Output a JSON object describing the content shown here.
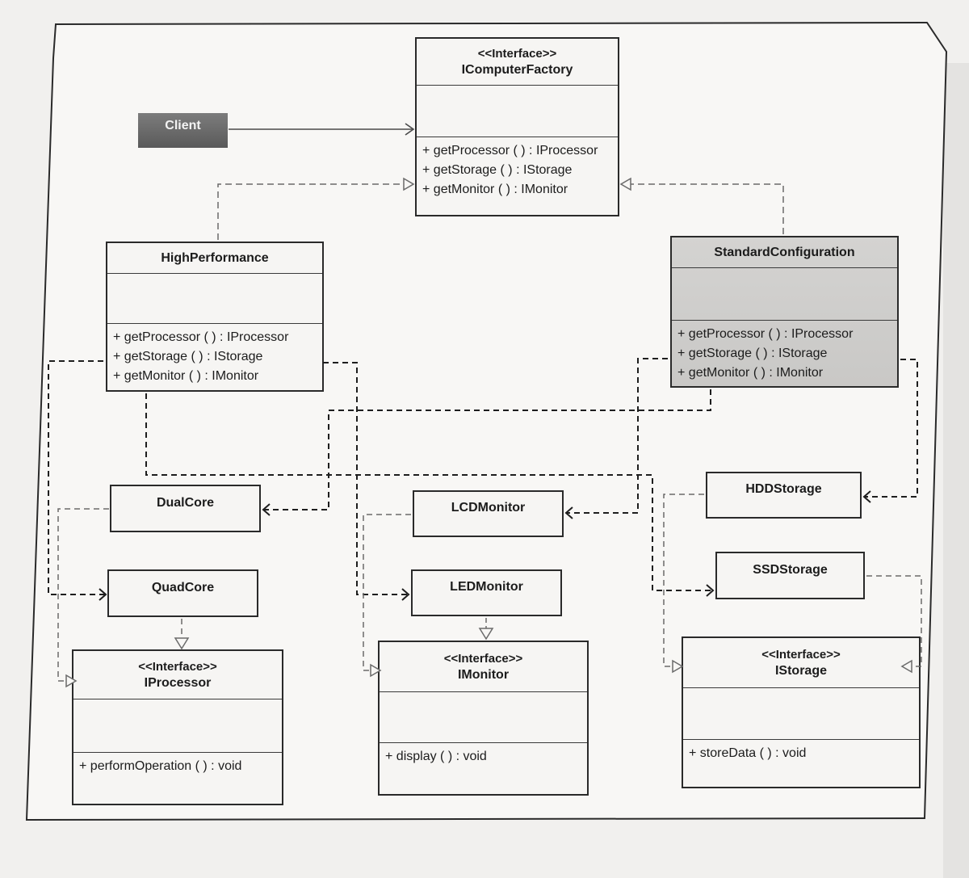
{
  "client": {
    "label": "Client"
  },
  "factory": {
    "stereotype": "<<Interface>>",
    "name": "IComputerFactory",
    "ops": [
      "+ getProcessor ( ) : IProcessor",
      "+ getStorage ( ) : IStorage",
      "+ getMonitor ( ) : IMonitor"
    ]
  },
  "high": {
    "name": "HighPerformance",
    "ops": [
      "+ getProcessor ( ) : IProcessor",
      "+ getStorage ( ) : IStorage",
      "+ getMonitor ( ) : IMonitor"
    ]
  },
  "standard": {
    "name": "StandardConfiguration",
    "ops": [
      "+ getProcessor ( ) : IProcessor",
      "+ getStorage ( ) : IStorage",
      "+ getMonitor ( ) : IMonitor"
    ]
  },
  "dualcore": {
    "name": "DualCore"
  },
  "quadcore": {
    "name": "QuadCore"
  },
  "lcd": {
    "name": "LCDMonitor"
  },
  "led": {
    "name": "LEDMonitor"
  },
  "hdd": {
    "name": "HDDStorage"
  },
  "ssd": {
    "name": "SSDStorage"
  },
  "iprocessor": {
    "stereotype": "<<Interface>>",
    "name": "IProcessor",
    "ops": [
      "+ performOperation ( )   : void"
    ]
  },
  "imonitor": {
    "stereotype": "<<Interface>>",
    "name": "IMonitor",
    "ops": [
      "+ display  ( )  : void"
    ]
  },
  "istorage": {
    "stereotype": "<<Interface>>",
    "name": "IStorage",
    "ops": [
      "+ storeData ( )   : void"
    ]
  }
}
